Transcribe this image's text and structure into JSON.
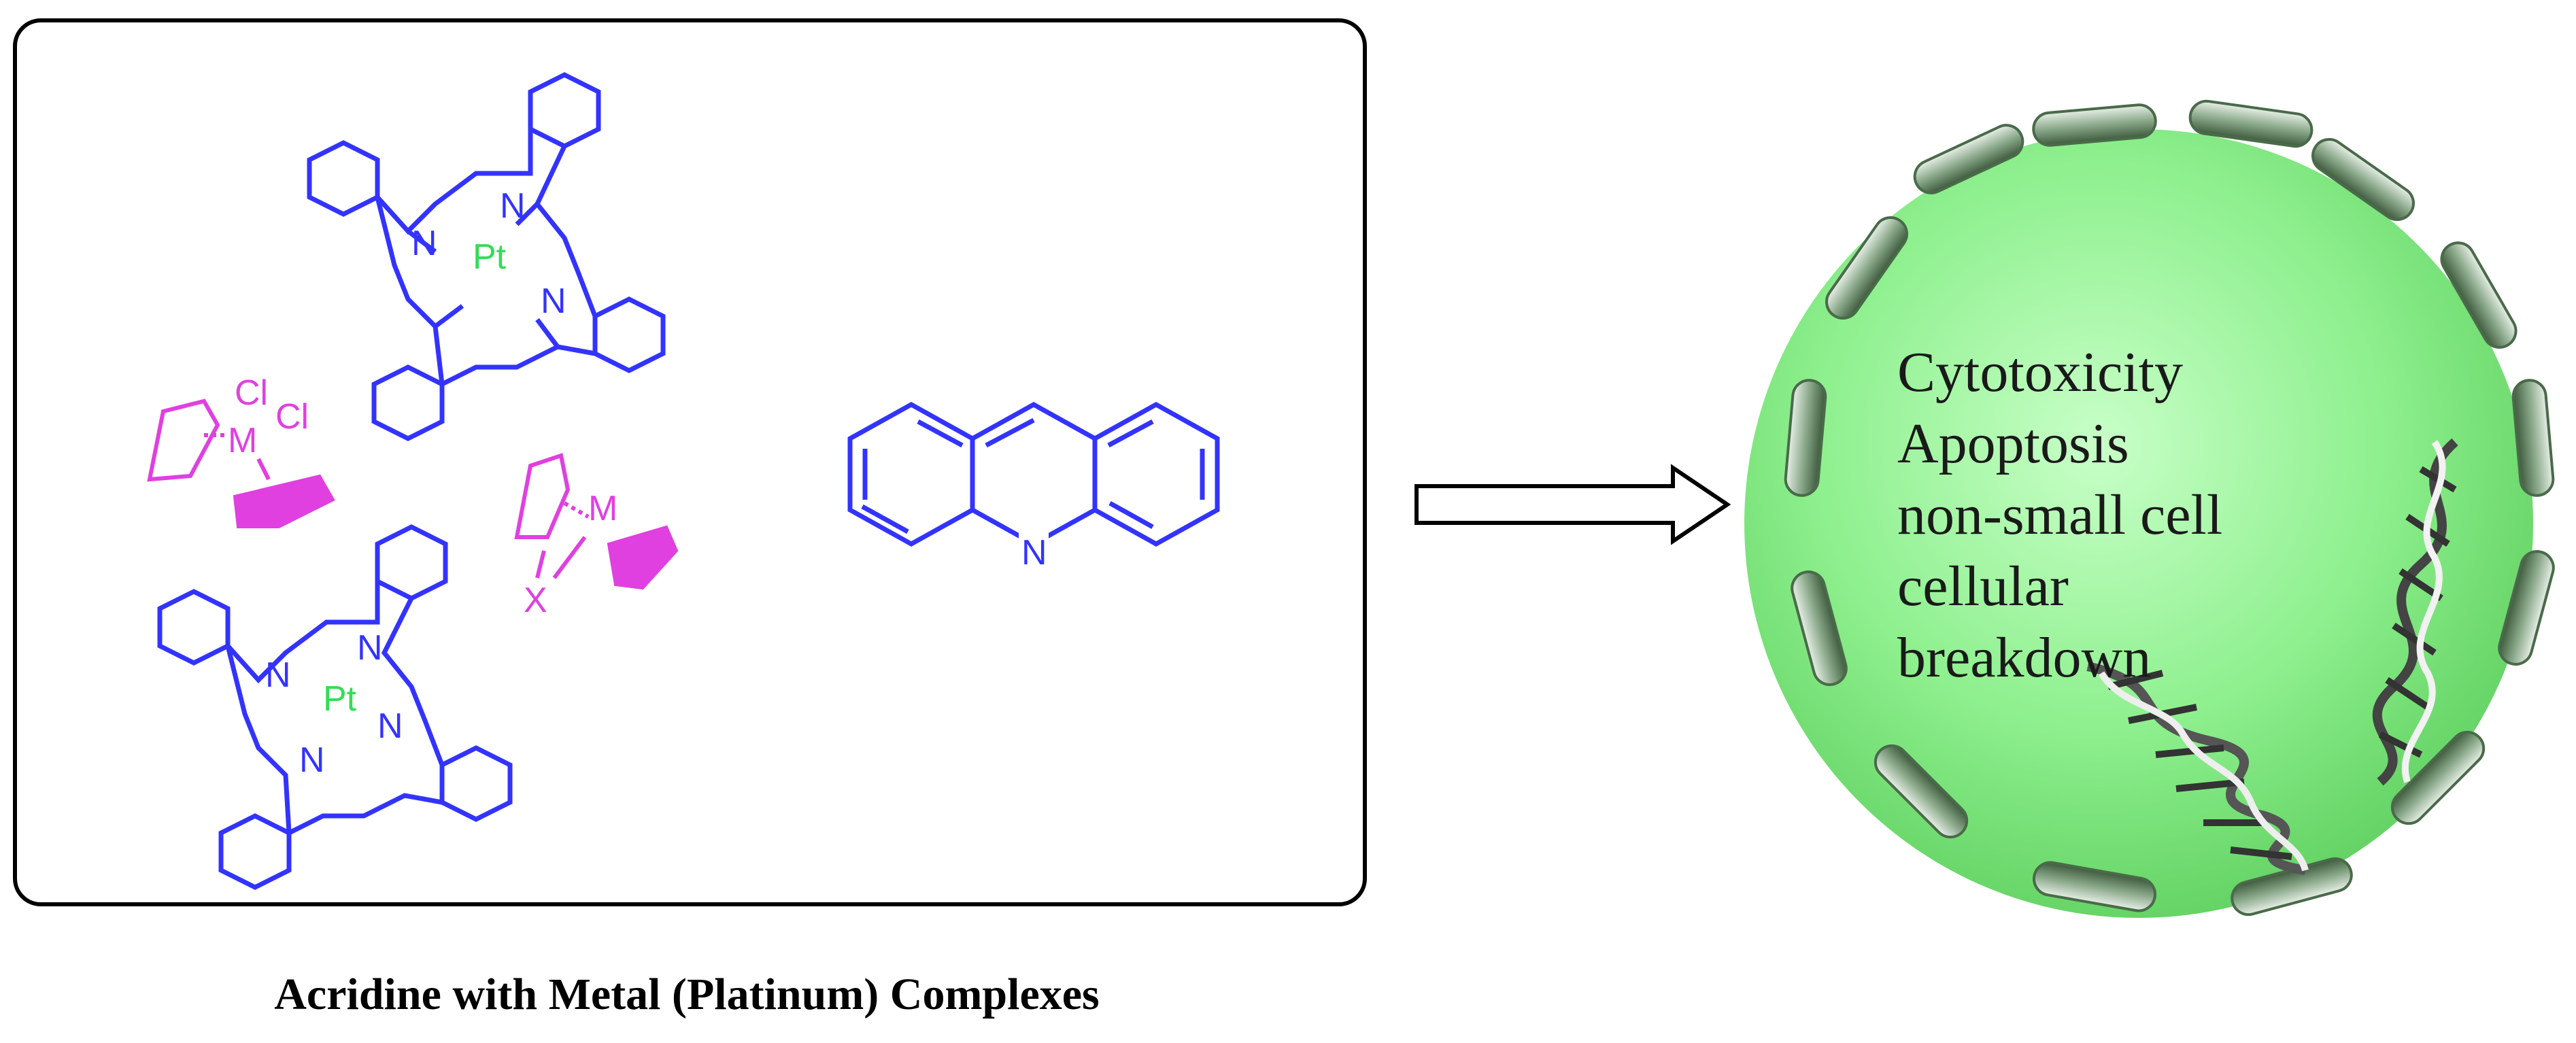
{
  "caption": "Acridine with Metal (Platinum) Complexes",
  "cell_effects": [
    "Cytotoxicity",
    "Apoptosis",
    "non-small cell",
    "cellular",
    "breakdown"
  ],
  "atom_labels": {
    "nitrogen": "N",
    "platinum": "Pt",
    "chlorine": "Cl",
    "metal": "M",
    "halide": "X"
  },
  "colors": {
    "molecule": "#3333ff",
    "platinum": "#33dd55",
    "metallocene": "#e040e0",
    "cell_fill": "#90f090",
    "membrane": "#5a7a5a",
    "frame": "#000000"
  },
  "icons": [
    "porphyrazine-platinum-complex",
    "metallocene-dichloride",
    "metallocene-halide",
    "acridine-molecule",
    "arrow-right",
    "cell",
    "dna-helix"
  ]
}
